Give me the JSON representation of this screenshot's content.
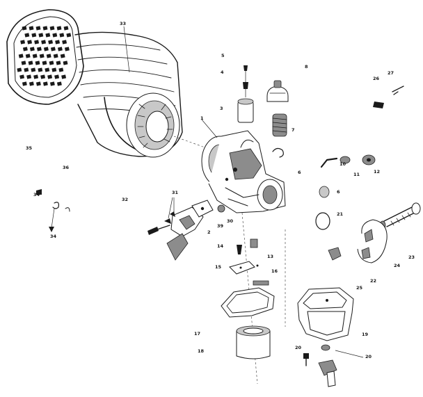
{
  "labels": [
    "1",
    "2",
    "3",
    "4",
    "5",
    "6",
    "6",
    "7",
    "8",
    "10",
    "11",
    "12",
    "13",
    "14",
    "15",
    "16",
    "17",
    "18",
    "19",
    "20",
    "20",
    "21",
    "22",
    "23",
    "24",
    "25",
    "26",
    "27",
    "30",
    "31",
    "32",
    "33",
    "34",
    "34",
    "35",
    "36",
    "39"
  ],
  "colors": {
    "ink": "#1a1a1a",
    "paper": "#ffffff",
    "shade": "#8c8c8c"
  }
}
